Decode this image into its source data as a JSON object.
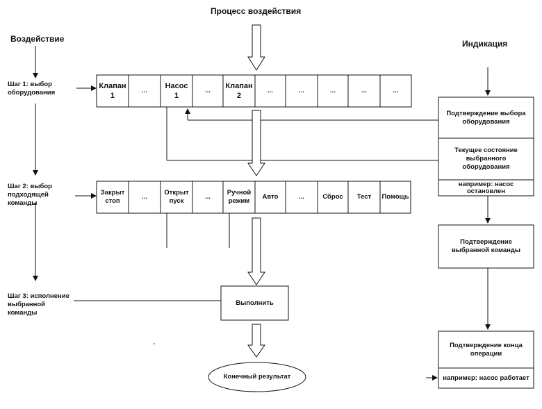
{
  "header": {
    "process_title": "Процесс воздействия"
  },
  "left_column": {
    "title": "Воздействие",
    "steps": [
      "Шаг 1: выбор оборудования",
      "Шаг 2: выбор подходящей команды",
      "Шаг 3: исполнение выбранной команды"
    ]
  },
  "equipment_row": [
    "Клапан\n1",
    "...",
    "Насос\n1",
    "...",
    "Клапан\n2",
    "...",
    "...",
    "...",
    "...",
    "..."
  ],
  "command_row": [
    "Закрыт\nстоп",
    "...",
    "Открыт\nпуск",
    "...",
    "Ручной\nрежим",
    "Авто",
    "...",
    "Сброс",
    "Тест",
    "Помощь"
  ],
  "execute_label": "Выполнить",
  "final_result": "Конечный результат",
  "right_column": {
    "title": "Индикация",
    "confirm_selection": "Подтверждение выбора оборудования",
    "current_state": "Текущее состояние выбранного оборудования",
    "example_stopped": "например: насос остановлен",
    "confirm_command": "Подтверждение выбранной команды",
    "confirm_end": "Подтверждение конца операции",
    "example_running": "например: насос работает"
  },
  "colors": {
    "line": "#111111",
    "background": "#ffffff"
  }
}
